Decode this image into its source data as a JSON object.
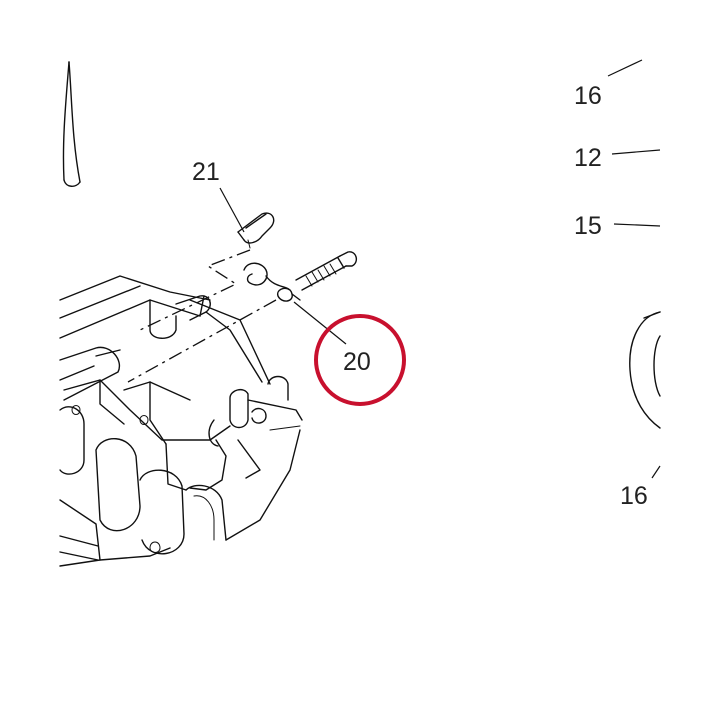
{
  "diagram": {
    "callouts": [
      {
        "id": "21-top",
        "label": "21"
      },
      {
        "id": "20-main",
        "label": "20"
      },
      {
        "id": "16-top",
        "label": "16"
      },
      {
        "id": "12-right",
        "label": "12"
      },
      {
        "id": "15-right",
        "label": "15"
      },
      {
        "id": "16-bottom",
        "label": "16"
      }
    ],
    "highlight": {
      "callout": "20",
      "ring_color": "#c8102e"
    },
    "line_color": "#111111"
  }
}
